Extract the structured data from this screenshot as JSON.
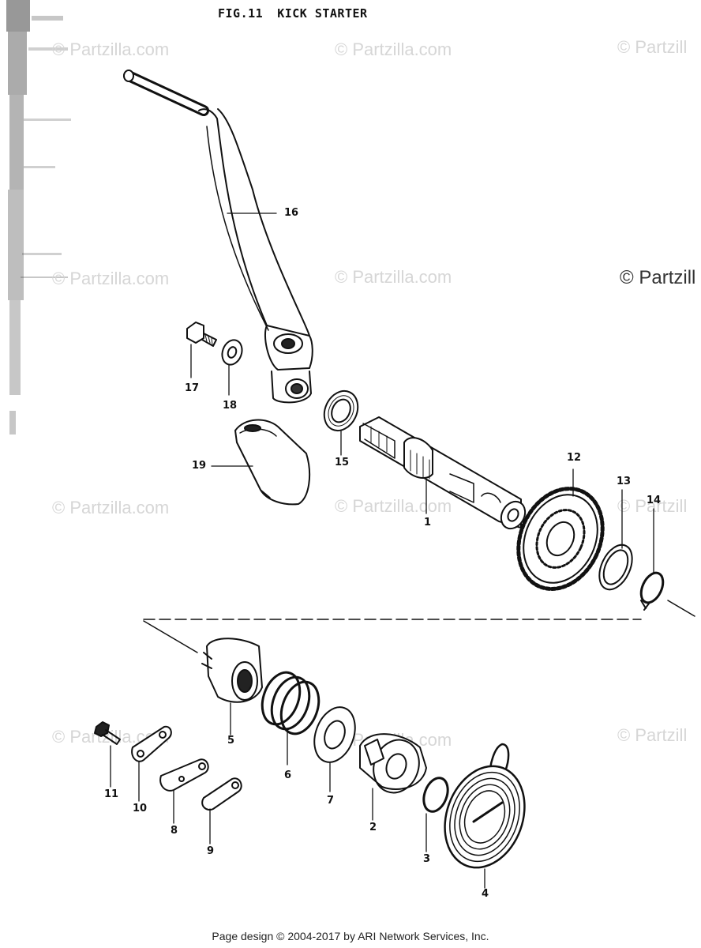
{
  "figure": {
    "number": "FIG.11",
    "title": "KICK STARTER"
  },
  "watermark": "© Partzilla.com",
  "watermark_right": "© Partzill",
  "footer": "Page design © 2004-2017 by ARI Network Services, Inc.",
  "callouts": {
    "p1": "1",
    "p2": "2",
    "p3": "3",
    "p4": "4",
    "p5": "5",
    "p6": "6",
    "p7": "7",
    "p8": "8",
    "p9": "9",
    "p10": "10",
    "p11": "11",
    "p12": "12",
    "p13": "13",
    "p14": "14",
    "p15": "15",
    "p16": "16",
    "p17": "17",
    "p18": "18",
    "p19": "19"
  }
}
